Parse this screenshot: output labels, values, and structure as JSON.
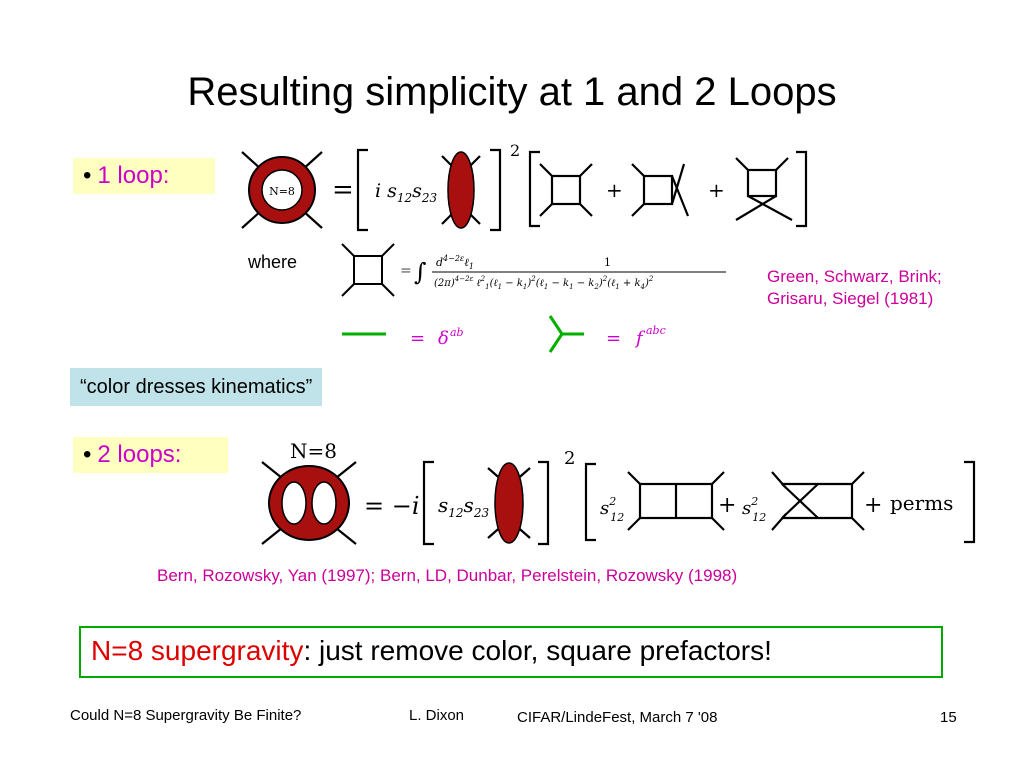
{
  "slide": {
    "title": "Resulting simplicity at 1 and 2 Loops",
    "bullet_char": "•",
    "one_loop": {
      "label": "1 loop:",
      "blob_label": "N=8",
      "exponent": "2",
      "plus": "+",
      "where": "where",
      "integral_numerator": "1",
      "references": [
        "Green, Schwarz, Brink;",
        "Grisaru, Siegel (1981)"
      ],
      "delta": "δ",
      "delta_sup": "ab",
      "fabc": "f",
      "fabc_sup": "abc"
    },
    "callout": "“color dresses kinematics”",
    "two_loop": {
      "label": "2 loops:",
      "blob_label": "N=8",
      "exponent": "2",
      "plus": "+",
      "perms": "perms",
      "reference": "Bern, Rozowsky, Yan (1997); Bern, LD, Dunbar, Perelstein, Rozowsky (1998)"
    },
    "conclusion": {
      "highlight": "N=8 supergravity",
      "rest": ":  just remove color, square prefactors!"
    },
    "footer": {
      "talk_title": "Could N=8 Supergravity Be Finite?",
      "author": "L. Dixon",
      "venue": "CIFAR/LindeFest,  March 7 '08",
      "page": "15"
    }
  },
  "colors": {
    "blob_red": "#a80f0f",
    "highlight_magenta": "#cc00cc",
    "ref_magenta": "#cc0099",
    "conclusion_red": "#dd0000",
    "box_yellow": "#ffffc0",
    "box_cyan": "#bfe3e8",
    "box_green_border": "#00aa00",
    "diagram_green": "#00b000"
  }
}
